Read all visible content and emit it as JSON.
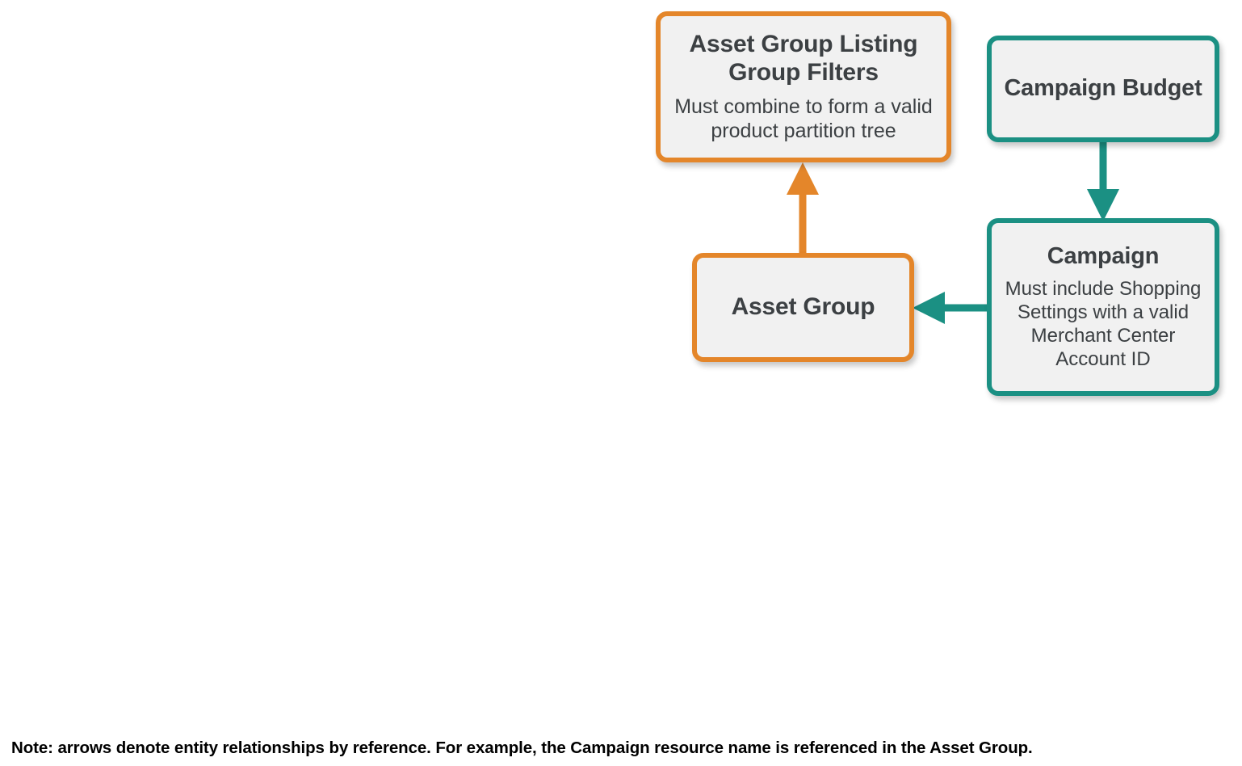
{
  "diagram": {
    "colors": {
      "orange": "#E4862A",
      "teal": "#1B9083",
      "node_fill": "#F1F1F1",
      "text": "#3C4043",
      "background": "#FFFFFF",
      "footnote_text": "#000000"
    },
    "nodes": [
      {
        "id": "asset-group-listing-group-filters",
        "title": "Asset Group Listing Group Filters",
        "subtitle": "Must combine to form a valid product partition tree",
        "accent": "orange"
      },
      {
        "id": "asset-group",
        "title": "Asset Group",
        "subtitle": "",
        "accent": "orange"
      },
      {
        "id": "campaign-budget",
        "title": "Campaign Budget",
        "subtitle": "",
        "accent": "teal"
      },
      {
        "id": "campaign",
        "title": "Campaign",
        "subtitle": "Must include Shopping Settings with a valid Merchant Center Account ID",
        "accent": "teal"
      }
    ],
    "edges": [
      {
        "id": "asset-group-to-listing-group-filters",
        "from": "asset-group",
        "to": "asset-group-listing-group-filters",
        "direction": "up",
        "color": "orange"
      },
      {
        "id": "campaign-budget-to-campaign",
        "from": "campaign-budget",
        "to": "campaign",
        "direction": "down",
        "color": "teal"
      },
      {
        "id": "campaign-to-asset-group",
        "from": "campaign",
        "to": "asset-group",
        "direction": "left",
        "color": "teal"
      }
    ],
    "footnote": "Note: arrows denote entity relationships by reference. For example, the Campaign resource name is referenced in the Asset Group."
  }
}
